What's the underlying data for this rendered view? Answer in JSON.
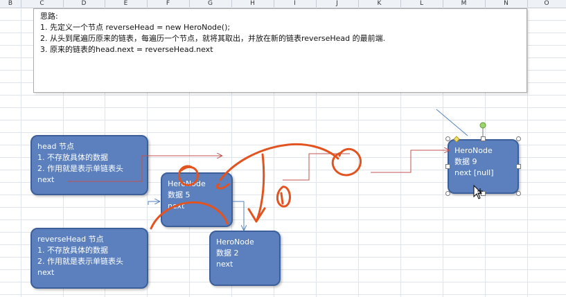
{
  "columns": [
    "B",
    "C",
    "D",
    "E",
    "F",
    "G",
    "H",
    "I",
    "J",
    "K",
    "L",
    "M",
    "N",
    "O"
  ],
  "note": {
    "title": "思路:",
    "lines": [
      "1. 先定义一个节点 reverseHead = new HeroNode();",
      "2. 从头到尾遍历原来的链表，每遍历一个节点，就将其取出，并放在新的链表reverseHead 的最前端.",
      "3. 原来的链表的head.next = reverseHead.next"
    ]
  },
  "nodes": {
    "head": [
      "head 节点",
      "1. 不存放具体的数据",
      "2. 作用就是表示单链表头",
      "next"
    ],
    "reverse_head": [
      "reverseHead 节点",
      "1. 不存放具体的数据",
      "2. 作用就是表示单链表头",
      "next"
    ],
    "node5": [
      "HeroNode",
      "数据 5",
      "next"
    ],
    "node2": [
      "HeroNode",
      "数据 2",
      "next"
    ],
    "node9": [
      "HeroNode",
      "数据 9",
      "next [null]"
    ]
  },
  "colors": {
    "node_fill": "#5b80bd",
    "node_border": "#3d5f99",
    "arrow_red": "#c0504d",
    "arrow_blue": "#4f81bd",
    "ink_orange": "#e2531f"
  }
}
